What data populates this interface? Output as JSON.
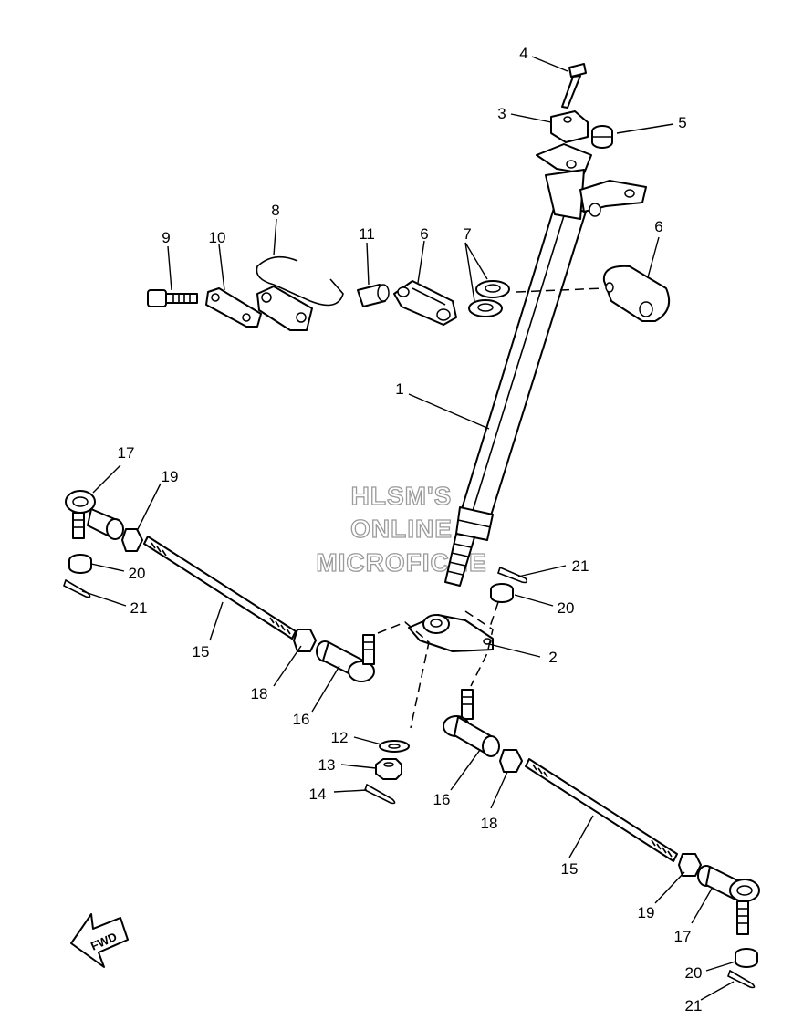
{
  "watermark": [
    "HLSM'S",
    "ONLINE",
    "MICROFICHE"
  ],
  "direction_label": "FWD",
  "callouts": {
    "c1": "1",
    "c2": "2",
    "c3": "3",
    "c4": "4",
    "c5": "5",
    "c6a": "6",
    "c6b": "6",
    "c7": "7",
    "c8": "8",
    "c9": "9",
    "c10": "10",
    "c11": "11",
    "c12": "12",
    "c13": "13",
    "c14": "14",
    "c15a": "15",
    "c15b": "15",
    "c16a": "16",
    "c16b": "16",
    "c17a": "17",
    "c17b": "17",
    "c18a": "18",
    "c18b": "18",
    "c19a": "19",
    "c19b": "19",
    "c20a": "20",
    "c20b": "20",
    "c20c": "20",
    "c21a": "21",
    "c21b": "21",
    "c21c": "21"
  }
}
